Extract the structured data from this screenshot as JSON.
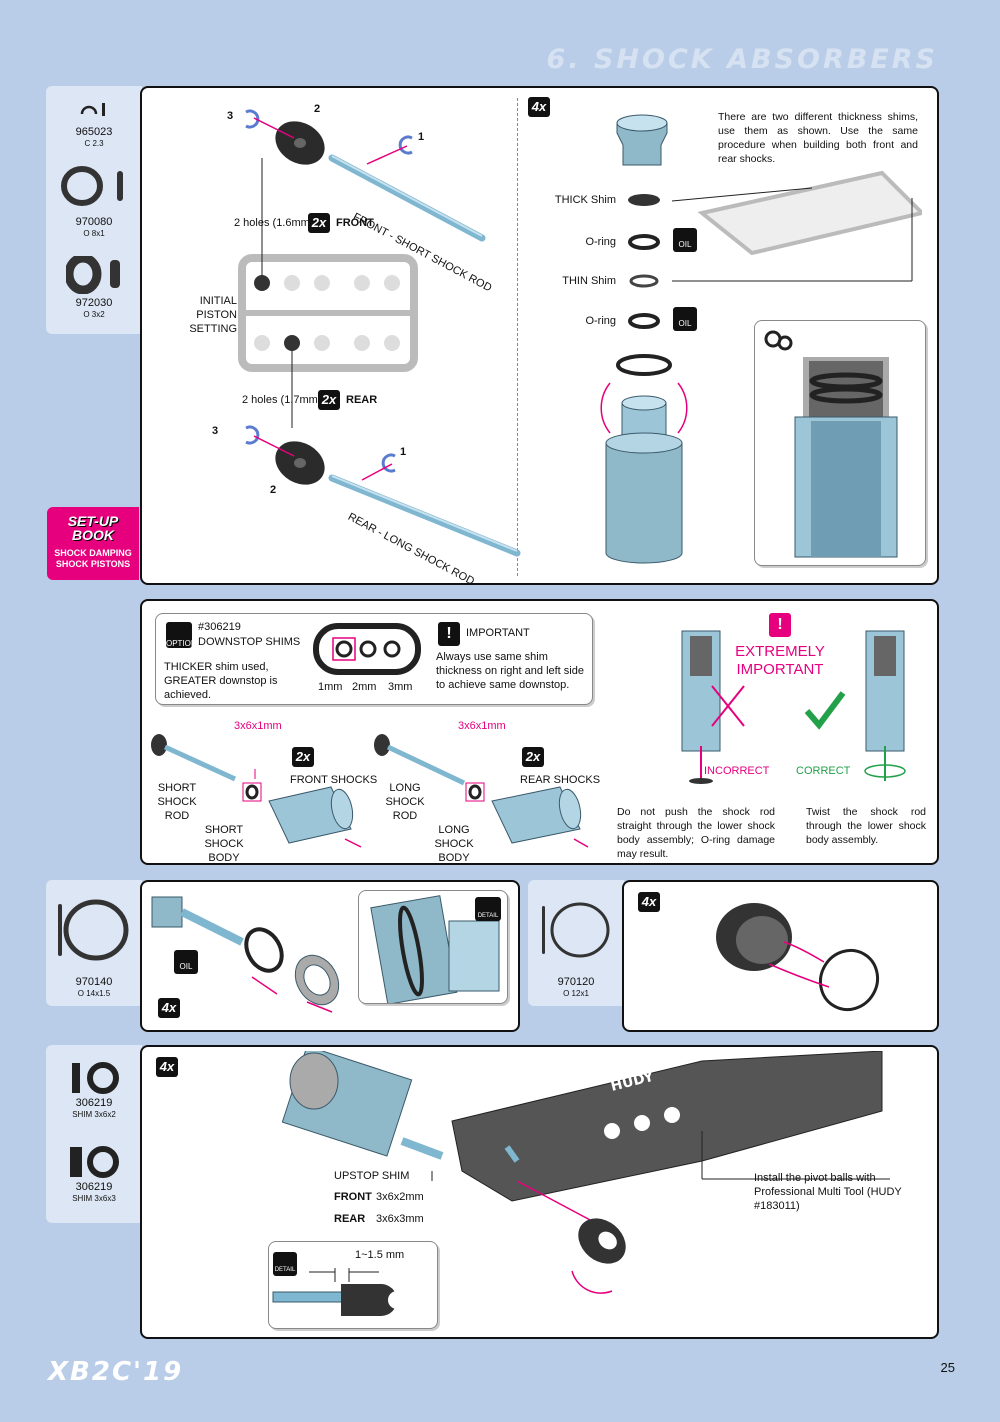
{
  "header": {
    "title": "6. SHOCK ABSORBERS"
  },
  "parts_top": [
    {
      "code": "965023",
      "desc": "C 2.3"
    },
    {
      "code": "970080",
      "desc": "O 8x1"
    },
    {
      "code": "972030",
      "desc": "O 3x2"
    }
  ],
  "setup_book": {
    "title": "SET-UP BOOK",
    "subtitle": "SHOCK DAMPING SHOCK PISTONS"
  },
  "piston_panel": {
    "front_rod": "FRONT - SHORT SHOCK ROD",
    "front_holes": "2 holes (1.6mm)",
    "front_qty": "2x",
    "front_label": "FRONT",
    "initial_setting": "INITIAL PISTON SETTING",
    "rear_holes": "2 holes (1.7mm)",
    "rear_qty": "2x",
    "rear_label": "REAR",
    "rear_rod": "REAR - LONG SHOCK ROD",
    "num1": "1",
    "num2": "2",
    "num3": "3"
  },
  "shim_panel": {
    "qty": "4x",
    "note": "There are two different thickness shims, use them as shown. Use the same procedure when building both front and rear shocks.",
    "thick": "THICK Shim",
    "oring1": "O-ring",
    "thin": "THIN Shim",
    "oring2": "O-ring",
    "oil": "OIL"
  },
  "downstop": {
    "option_code": "#306219",
    "option_title": "DOWNSTOP SHIMS",
    "option_label": "OPTION",
    "option_text": "THICKER shim used, GREATER downstop is achieved.",
    "sizes": [
      "1mm",
      "2mm",
      "3mm"
    ],
    "important_title": "IMPORTANT",
    "important_text": "Always use same shim thickness on right and left side to achieve same downstop.",
    "shim_size_front": "3x6x1mm",
    "shim_size_rear": "3x6x1mm",
    "front_qty": "2x",
    "front_shocks": "FRONT SHOCKS",
    "rear_qty": "2x",
    "rear_shocks": "REAR SHOCKS",
    "short_rod": "SHORT SHOCK ROD",
    "short_body": "SHORT SHOCK BODY",
    "long_rod": "LONG SHOCK ROD",
    "long_body": "LONG SHOCK BODY",
    "extremely_important": "EXTREMELY IMPORTANT",
    "incorrect": "INCORRECT",
    "correct": "CORRECT",
    "incorrect_text": "Do not push the shock rod straight through the lower shock body assembly; O-ring damage may result.",
    "correct_text": "Twist the shock rod through the lower shock body assembly."
  },
  "parts_oring14": {
    "code": "970140",
    "desc": "O 14x1.5"
  },
  "oring_panel": {
    "qty": "4x",
    "oil": "OIL",
    "detail": "DETAIL"
  },
  "parts_oring12": {
    "code": "970120",
    "desc": "O 12x1"
  },
  "cap_panel": {
    "qty": "4x"
  },
  "parts_shims": [
    {
      "code": "306219",
      "desc": "SHIM 3x6x2"
    },
    {
      "code": "306219",
      "desc": "SHIM 3x6x3"
    }
  ],
  "pivot_panel": {
    "qty": "4x",
    "upstop": "UPSTOP SHIM",
    "front_label": "FRONT",
    "front_size": "3x6x2mm",
    "rear_label": "REAR",
    "rear_size": "3x6x3mm",
    "gap": "1~1.5 mm",
    "detail": "DETAIL",
    "tool_text": "Install the pivot balls with Professional Multi Tool (HUDY #183011)",
    "brand": "HUDY"
  },
  "footer": {
    "logo": "XB2C'19",
    "page": "25"
  },
  "colors": {
    "accent": "#e6007e",
    "steel": "#7fb6d0",
    "background": "#b9cde8",
    "panel_bg": "#dce6f4"
  }
}
